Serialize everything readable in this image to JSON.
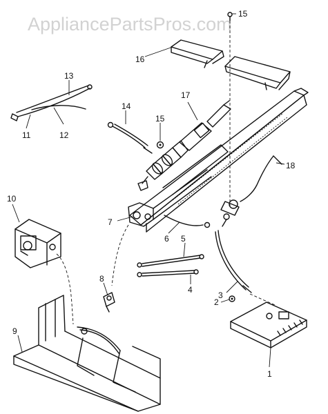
{
  "watermark": "AppliancePartsPros.com",
  "callouts": {
    "c1": "1",
    "c2": "2",
    "c3": "3",
    "c4": "4",
    "c5": "5",
    "c6": "6",
    "c7": "7",
    "c8": "8",
    "c9": "9",
    "c10": "10",
    "c11": "11",
    "c12": "12",
    "c13": "13",
    "c14": "14",
    "c15a": "15",
    "c15b": "15",
    "c16": "16",
    "c17": "17",
    "c18": "18"
  }
}
